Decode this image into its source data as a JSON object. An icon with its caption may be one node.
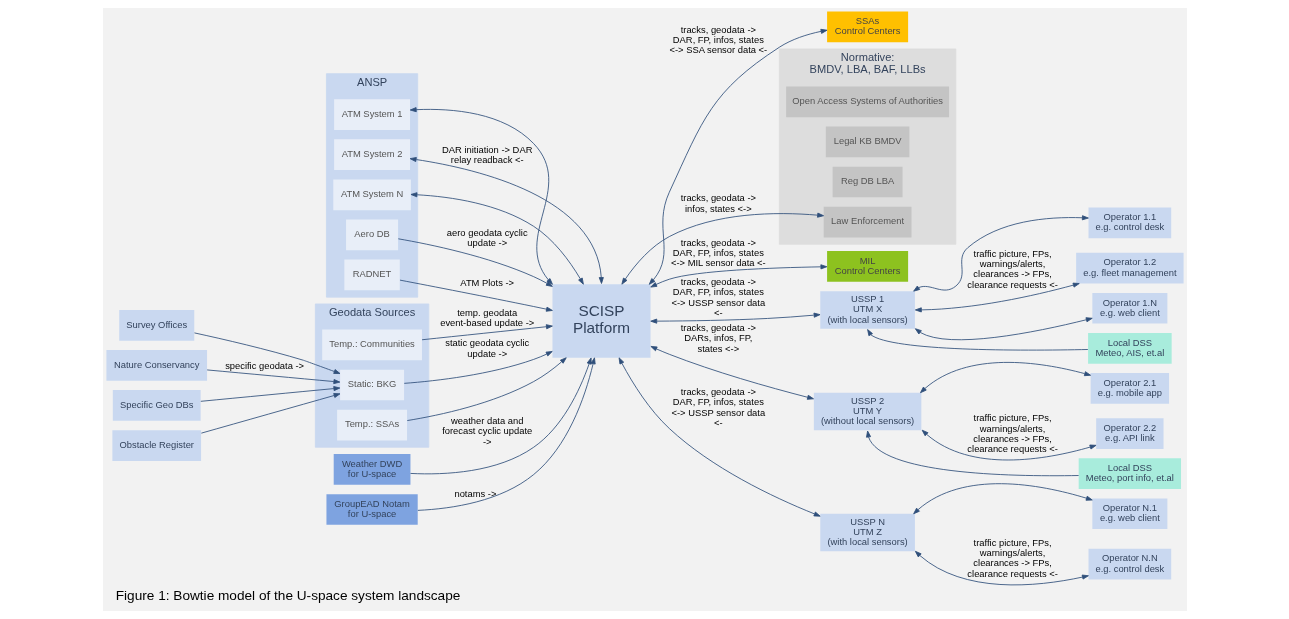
{
  "diagram": {
    "caption": "Figure 1: Bowtie model of the U-space system landscape",
    "nodes": [
      {
        "text": [
          "ANSP"
        ]
      },
      {
        "text": [
          "ATM System 1"
        ],
        "in": 0
      },
      {
        "text": [
          "ATM System 2"
        ],
        "in": 0
      },
      {
        "text": [
          "ATM System N"
        ],
        "in": 0
      },
      {
        "text": [
          "Aero DB"
        ],
        "in": 0
      },
      {
        "text": [
          "RADNET"
        ],
        "in": 0
      },
      {
        "text": [
          "Geodata Sources"
        ]
      },
      {
        "text": [
          "Static: BKG"
        ],
        "in": 6
      },
      {
        "text": [
          "Temp.: SSAs"
        ],
        "in": 6
      },
      {
        "text": [
          "Temp.: Communities"
        ],
        "in": 6
      },
      {
        "text": [
          "Survey Offices"
        ]
      },
      {
        "text": [
          "Nature Conservancy"
        ]
      },
      {
        "text": [
          "Specific Geo DBs"
        ]
      },
      {
        "text": [
          "Obstacle Register"
        ]
      },
      {
        "text": [
          "Weather DWD",
          "for U-space"
        ]
      },
      {
        "text": [
          "GroupEAD Notam",
          "for U-space"
        ]
      },
      {
        "text": [
          "SCISP",
          "Platform"
        ]
      },
      {
        "text": [
          "SSAs",
          "Control Centers"
        ]
      },
      {
        "text": [
          "MIL",
          "Control Centers"
        ]
      },
      {
        "text": [
          "USSP 1",
          "UTM X",
          "(with local sensors)"
        ]
      },
      {
        "text": [
          "USSP 2",
          "UTM Y",
          "(without local sensors)"
        ]
      },
      {
        "text": [
          "USSP N",
          "UTM Z",
          "(with local sensors)"
        ]
      },
      {
        "text": [
          "Local DSS",
          "Meteo, AIS, et.al"
        ]
      },
      {
        "text": [
          "Local DSS",
          "Meteo, port info, et.al"
        ]
      },
      {
        "text": [
          "Operator 1.1",
          "e.g. control desk"
        ]
      },
      {
        "text": [
          "Operator 1.2",
          "e.g. fleet management"
        ]
      },
      {
        "text": [
          "Operator 1.N",
          "e.g. web client"
        ]
      },
      {
        "text": [
          "Operator 2.1",
          "e.g. mobile app"
        ]
      },
      {
        "text": [
          "Operator 2.2",
          "e.g. API link"
        ]
      },
      {
        "text": [
          "Operator N.1",
          "e.g. web client"
        ]
      },
      {
        "text": [
          "Operator N.N",
          "e.g. control desk"
        ]
      },
      {
        "text": [
          "Normative:",
          "BMDV, LBA, BAF, LLBs"
        ]
      },
      {
        "text": [
          "Open Access Systems of Authorities"
        ],
        "in": 31
      },
      {
        "text": [
          "Legal KB BMDV"
        ],
        "in": 31
      },
      {
        "text": [
          "Reg DB LBA"
        ],
        "in": 31
      },
      {
        "text": [
          "Law Enforcement"
        ],
        "in": 31
      }
    ],
    "edges": [
      {
        "from": 1,
        "to": 16,
        "arrow": "both"
      },
      {
        "from": 2,
        "to": 16,
        "arrow": "both",
        "label": "DAR initiation -> DAR relay readback <-"
      },
      {
        "from": 3,
        "to": 16,
        "arrow": "both"
      },
      {
        "from": 4,
        "to": 16,
        "arrow": "to",
        "label": "aero geodata cyclic update ->"
      },
      {
        "from": 5,
        "to": 16,
        "arrow": "to",
        "label": "ATM Plots ->"
      },
      {
        "from": 10,
        "to": 7,
        "arrow": "to"
      },
      {
        "from": 11,
        "to": 7,
        "arrow": "to",
        "label": "specific geodata ->"
      },
      {
        "from": 12,
        "to": 7,
        "arrow": "to"
      },
      {
        "from": 13,
        "to": 7,
        "arrow": "to"
      },
      {
        "from": 7,
        "to": 16,
        "arrow": "to",
        "label": "static geodata cyclic update ->"
      },
      {
        "from": 8,
        "to": 16,
        "arrow": "to"
      },
      {
        "from": 9,
        "to": 16,
        "arrow": "to",
        "label": "temp. geodata event-based update ->"
      },
      {
        "from": 14,
        "to": 16,
        "arrow": "to",
        "label": "weather data and forecast cyclic update ->"
      },
      {
        "from": 15,
        "to": 16,
        "arrow": "to",
        "label": "notams ->"
      },
      {
        "from": 16,
        "to": 17,
        "arrow": "both",
        "label": "tracks, geodata -> DAR, FP, infos, states <-> SSA sensor data <-"
      },
      {
        "from": 16,
        "to": 18,
        "arrow": "both",
        "label": "tracks, geodata -> DAR, FP, infos, states <-> MIL sensor data <-"
      },
      {
        "from": 16,
        "to": 19,
        "arrow": "both",
        "label": "tracks, geodata -> DAR, FP, infos, states <-> USSP sensor data <-"
      },
      {
        "from": 16,
        "to": 20,
        "arrow": "both",
        "label": "tracks, geodata -> DARs, infos, FP, states <->"
      },
      {
        "from": 16,
        "to": 21,
        "arrow": "both",
        "label": "tracks, geodata -> DAR, FP, infos, states <-> USSP sensor data <-"
      },
      {
        "from": 16,
        "to": 35,
        "arrow": "both",
        "label": "tracks, geodata -> infos, states <->"
      },
      {
        "from": 22,
        "to": 19,
        "arrow": "to"
      },
      {
        "from": 23,
        "to": 20,
        "arrow": "to"
      },
      {
        "from": 19,
        "to": 24,
        "arrow": "both"
      },
      {
        "from": 19,
        "to": 25,
        "arrow": "both",
        "label": "traffic picture, FPs, warnings/alerts, clearances -> FPs, clearance requests <-"
      },
      {
        "from": 19,
        "to": 26,
        "arrow": "both"
      },
      {
        "from": 20,
        "to": 27,
        "arrow": "both"
      },
      {
        "from": 20,
        "to": 28,
        "arrow": "both",
        "label": "traffic picture, FPs, warnings/alerts, clearances -> FPs, clearance requests <-"
      },
      {
        "from": 21,
        "to": 29,
        "arrow": "both"
      },
      {
        "from": 21,
        "to": 30,
        "arrow": "both",
        "label": "traffic picture, FPs, warnings/alerts, clearances -> FPs, clearance requests <-"
      }
    ]
  }
}
